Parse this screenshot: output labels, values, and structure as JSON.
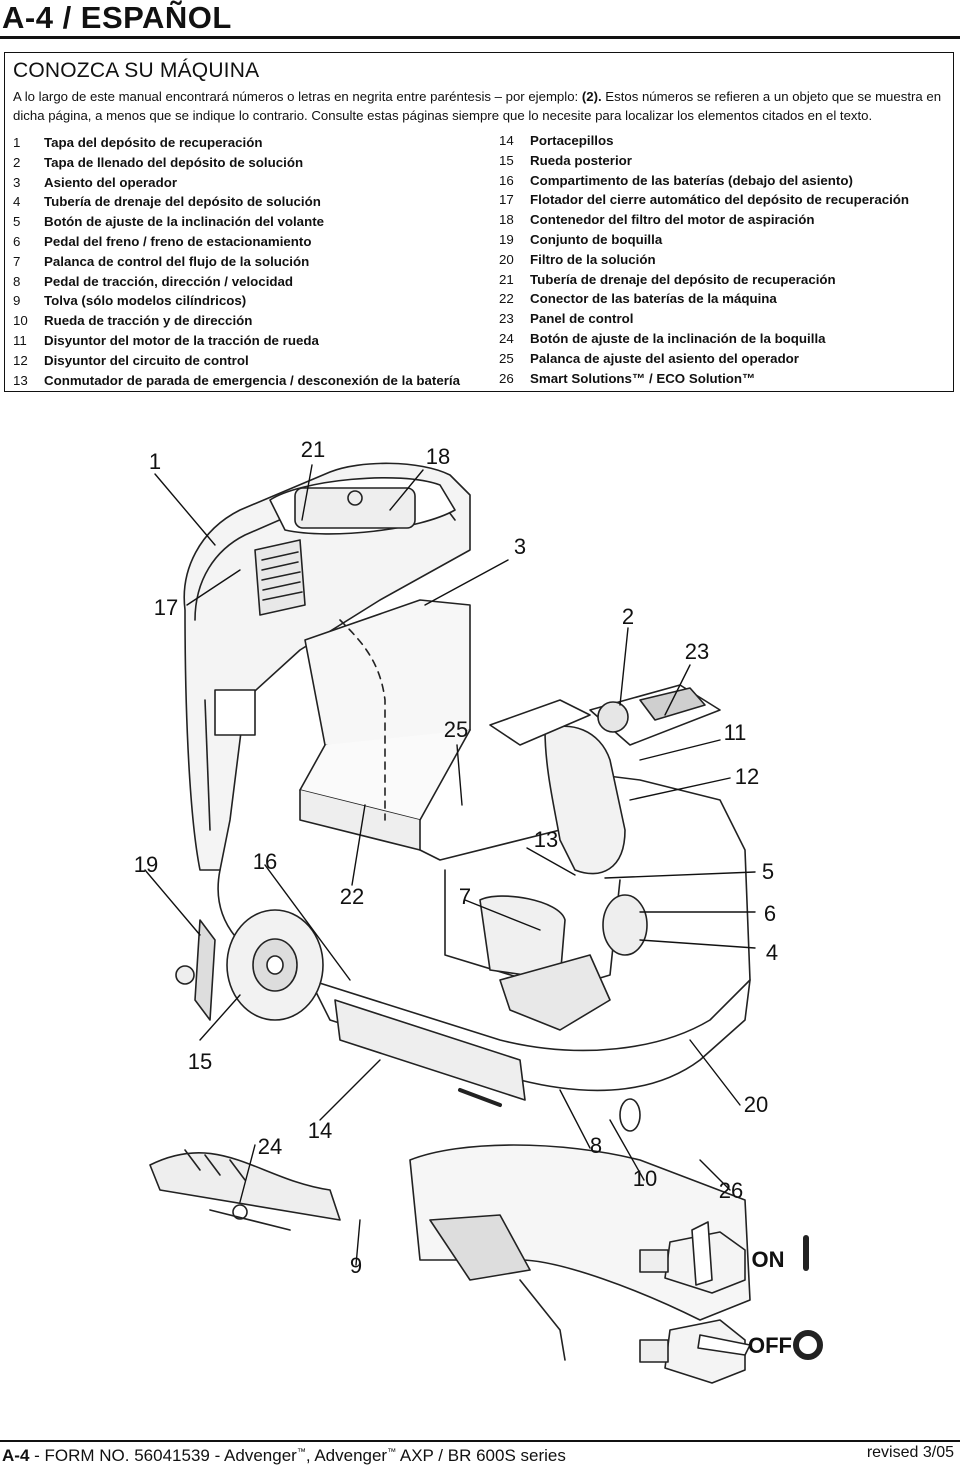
{
  "header": {
    "title": "A-4 / ESPAÑOL"
  },
  "section": {
    "title": "CONOZCA SU MÁQUINA",
    "intro_part1": "A lo largo de este manual encontrará números o letras en negrita entre paréntesis – por ejemplo: ",
    "intro_bold": "(2).",
    "intro_part2": " Estos números se refieren a un objeto que se muestra en dicha página, a menos que se indique lo contrario. Consulte estas páginas siempre que lo necesite para localizar los elementos citados en el texto."
  },
  "items_left": [
    {
      "num": "1",
      "label": "Tapa del depósito de recuperación"
    },
    {
      "num": "2",
      "label": "Tapa de llenado del depósito de solución"
    },
    {
      "num": "3",
      "label": "Asiento del operador"
    },
    {
      "num": "4",
      "label": "Tubería de drenaje del depósito de solución"
    },
    {
      "num": "5",
      "label": "Botón de ajuste de la inclinación del volante"
    },
    {
      "num": "6",
      "label": "Pedal del freno / freno de estacionamiento"
    },
    {
      "num": "7",
      "label": "Palanca de control del flujo de la solución"
    },
    {
      "num": "8",
      "label": "Pedal de tracción, dirección / velocidad"
    },
    {
      "num": "9",
      "label": "Tolva (sólo modelos cilíndricos)"
    },
    {
      "num": "10",
      "label": "Rueda de tracción y de dirección"
    },
    {
      "num": "11",
      "label": "Disyuntor del motor de la tracción de rueda"
    },
    {
      "num": "12",
      "label": "Disyuntor del circuito de control"
    },
    {
      "num": "13",
      "label": "Conmutador de parada de emergencia / desconexión de la batería"
    }
  ],
  "items_right": [
    {
      "num": "14",
      "label": "Portacepillos"
    },
    {
      "num": "15",
      "label": "Rueda posterior"
    },
    {
      "num": "16",
      "label": "Compartimento de las baterías (debajo del asiento)"
    },
    {
      "num": "17",
      "label": "Flotador del cierre automático del depósito de recuperación"
    },
    {
      "num": "18",
      "label": "Contenedor del filtro del motor de aspiración"
    },
    {
      "num": "19",
      "label": "Conjunto de boquilla"
    },
    {
      "num": "20",
      "label": "Filtro de la solución"
    },
    {
      "num": "21",
      "label": "Tubería de drenaje del depósito de recuperación"
    },
    {
      "num": "22",
      "label": "Conector de las baterías de la máquina"
    },
    {
      "num": "23",
      "label": "Panel de control"
    },
    {
      "num": "24",
      "label": "Botón de ajuste de la inclinación de la boquilla"
    },
    {
      "num": "25",
      "label": "Palanca de ajuste del asiento del operador"
    },
    {
      "num": "26",
      "label": "Smart Solutions™ / ECO Solution™"
    }
  ],
  "callouts": {
    "c1": "1",
    "c21": "21",
    "c18": "18",
    "c3": "3",
    "c17": "17",
    "c2": "2",
    "c23": "23",
    "c25": "25",
    "c11": "11",
    "c12": "12",
    "c13": "13",
    "c19": "19",
    "c16": "16",
    "c22": "22",
    "c7": "7",
    "c5": "5",
    "c6": "6",
    "c4": "4",
    "c15": "15",
    "c20": "20",
    "c24": "24",
    "c14": "14",
    "c8": "8",
    "c10": "10",
    "c26": "26",
    "c9": "9"
  },
  "switch": {
    "on_label": "ON",
    "off_label": "OFF"
  },
  "footer": {
    "page_label": "A-4",
    "form_text": " - FORM NO. 56041539 - Advenger",
    "tm": "™",
    "mid_text": ", Advenger",
    "tail_text": " AXP / BR 600S series",
    "revised": "revised 3/05"
  }
}
